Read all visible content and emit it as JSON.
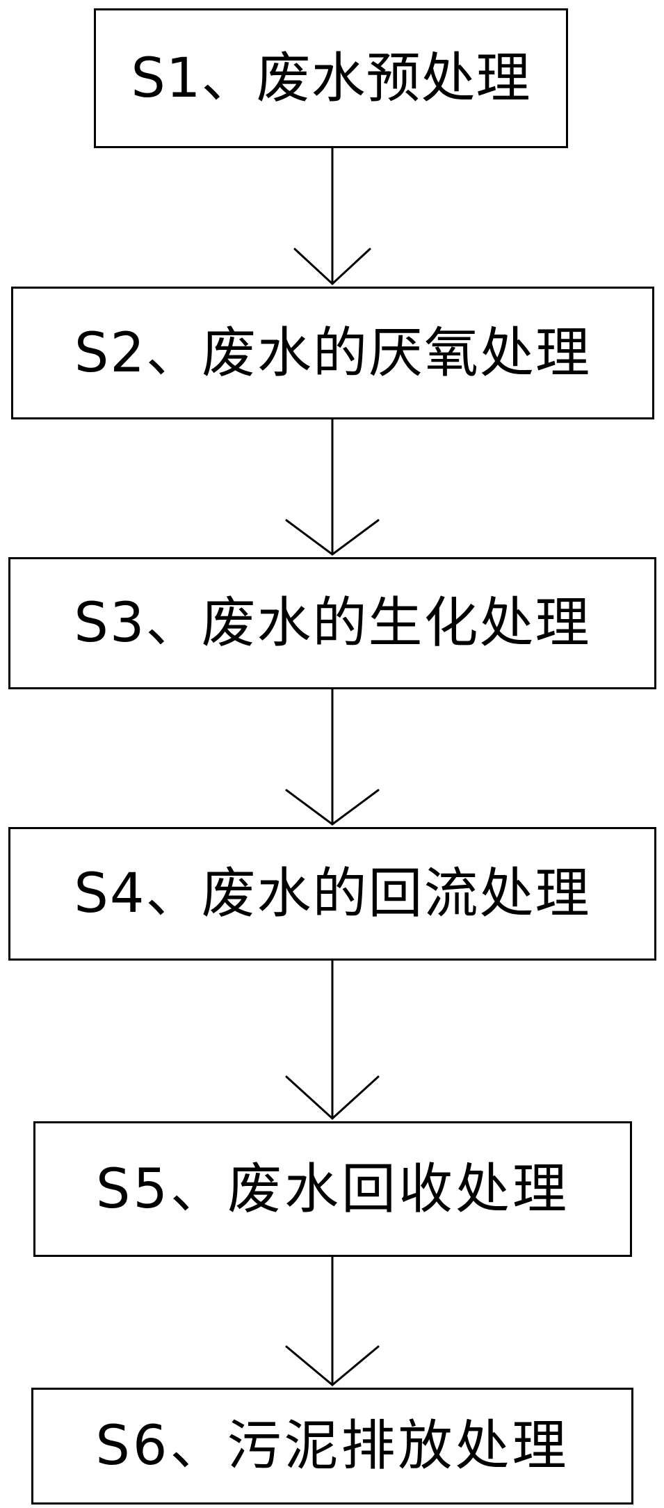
{
  "diagram": {
    "steps": [
      {
        "id": "S1",
        "label": "S1、废水预处理"
      },
      {
        "id": "S2",
        "label": "S2、废水的厌氧处理"
      },
      {
        "id": "S3",
        "label": "S3、废水的生化处理"
      },
      {
        "id": "S4",
        "label": "S4、废水的回流处理"
      },
      {
        "id": "S5",
        "label": "S5、废水回收处理"
      },
      {
        "id": "S6",
        "label": "S6、污泥排放处理"
      }
    ],
    "edges": [
      {
        "from": "S1",
        "to": "S2"
      },
      {
        "from": "S2",
        "to": "S3"
      },
      {
        "from": "S3",
        "to": "S4"
      },
      {
        "from": "S4",
        "to": "S5"
      },
      {
        "from": "S5",
        "to": "S6"
      }
    ],
    "colors": {
      "stroke": "#000000",
      "background": "#ffffff"
    }
  }
}
